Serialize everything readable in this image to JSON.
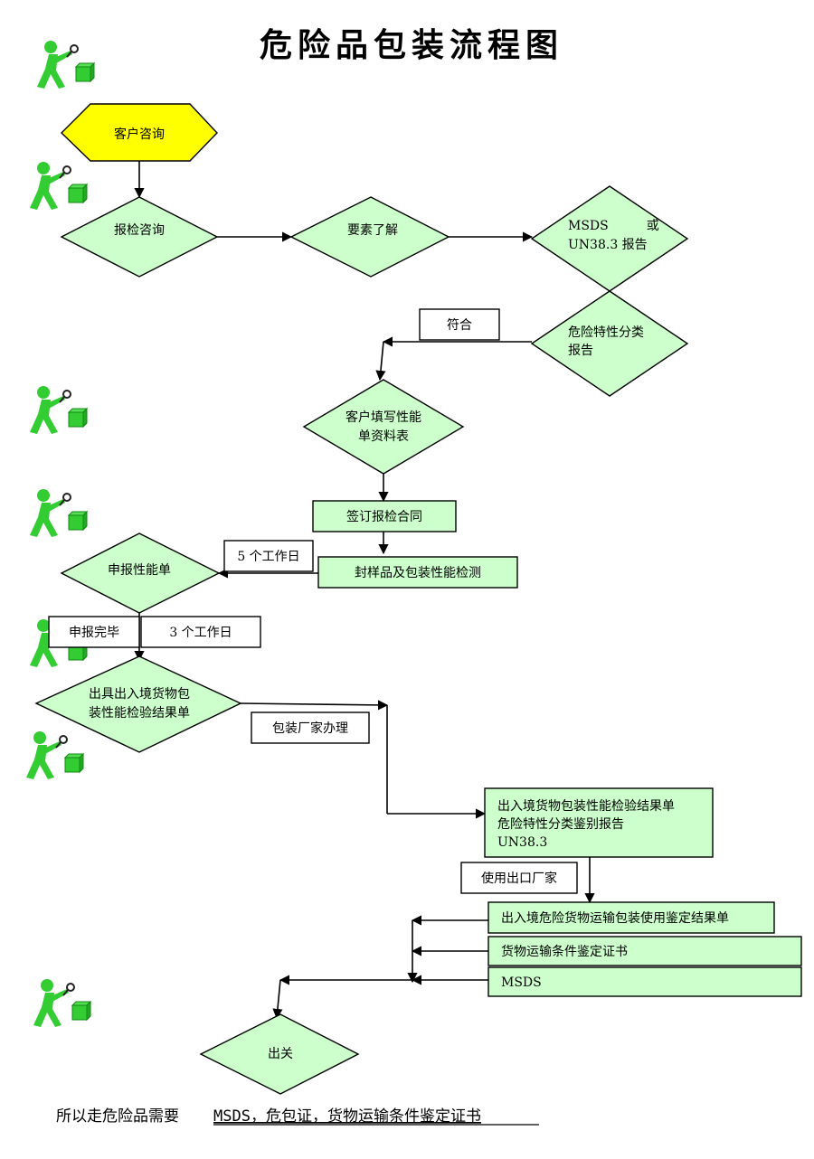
{
  "title": "危险品包装流程图",
  "colors": {
    "node_fill": "#ccffcc",
    "start_fill": "#ffff00",
    "stroke": "#000000",
    "icon_green": "#33cc33"
  },
  "nodes": {
    "start": "客户咨询",
    "inspect_consult": "报检咨询",
    "factors": "要素了解",
    "msds_or_un": [
      "MSDS　　　或",
      "UN38.3 报告"
    ],
    "hazard_report": [
      "危险特性分类",
      "报告"
    ],
    "fill_form": [
      "客户填写性能",
      "单资料表"
    ],
    "sign_contract": "签订报检合同",
    "seal_sample": "封样品及包装性能检测",
    "declare_form": "申报性能单",
    "issue_result": [
      "出具出入境货物包",
      "装性能检验结果单"
    ],
    "docs_group": [
      "出入境货物包装性能检验结果单",
      "危险特性分类鉴别报告",
      "UN38.3"
    ],
    "usage_cert": "出入境危险货物运输包装使用鉴定结果单",
    "transport_cert": "货物运输条件鉴定证书",
    "msds": "MSDS",
    "customs": "出关"
  },
  "edge_labels": {
    "conform": "符合",
    "five_days": "5 个工作日",
    "declared": "申报完毕",
    "three_days": "3 个工作日",
    "factory": "包装厂家办理",
    "export_factory": "使用出口厂家"
  },
  "footer": {
    "prefix": "所以走危险品需要",
    "underlined": "MSDS，危包证，货物运输条件鉴定证书"
  }
}
